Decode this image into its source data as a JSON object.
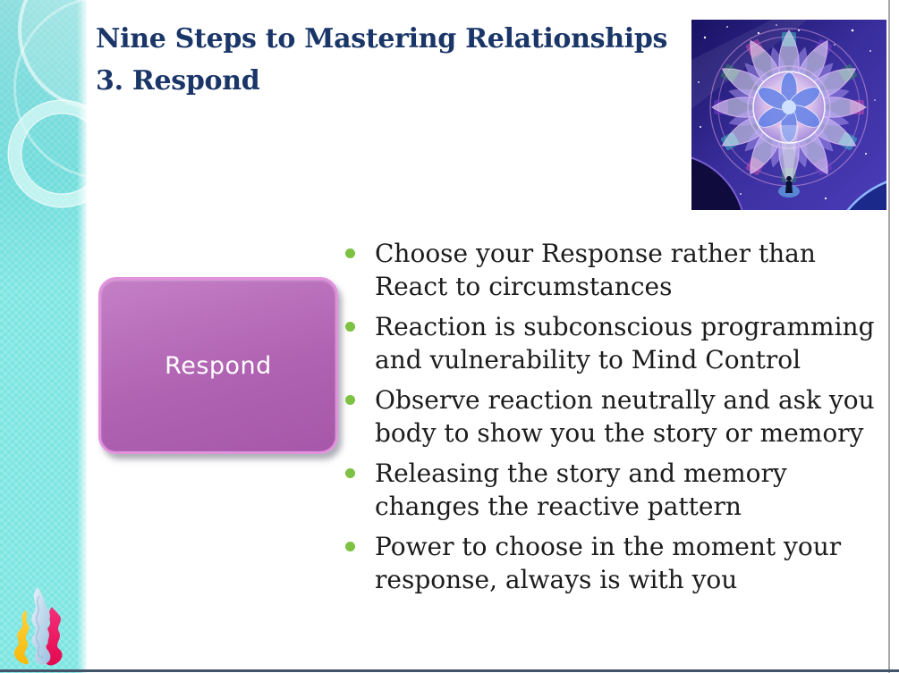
{
  "title": {
    "line1": "Nine Steps to Mastering Relationships",
    "line2": "3. Respond"
  },
  "respond_shape": {
    "label": "Respond"
  },
  "bullets": {
    "items": [
      "Choose your Response rather than\nReact to circumstances",
      "Reaction is subconscious programming\nand vulnerability to Mind Control",
      "Observe reaction neutrally and ask you\nbody to show you the story or memory",
      "Releasing the story and memory\nchanges the reactive pattern",
      "Power to choose in the moment your\nresponse, always is with you"
    ]
  },
  "decor": {
    "mandala_alt": "cosmic-mandala-flower-of-life-artwork",
    "flame_logo_alt": "three-flame-logo"
  },
  "colors": {
    "sidebar_teal": "#7EE6E2",
    "title_navy": "#1A3668",
    "bullet_green": "#7DC242",
    "shape_purple": "#B166B3",
    "shape_border_pink": "#E292DC",
    "flame_yellow": "#FFC60B",
    "flame_blue": "#AFCDE8",
    "flame_pink": "#F0105F",
    "bottom_bar_navy": "#44546A"
  }
}
